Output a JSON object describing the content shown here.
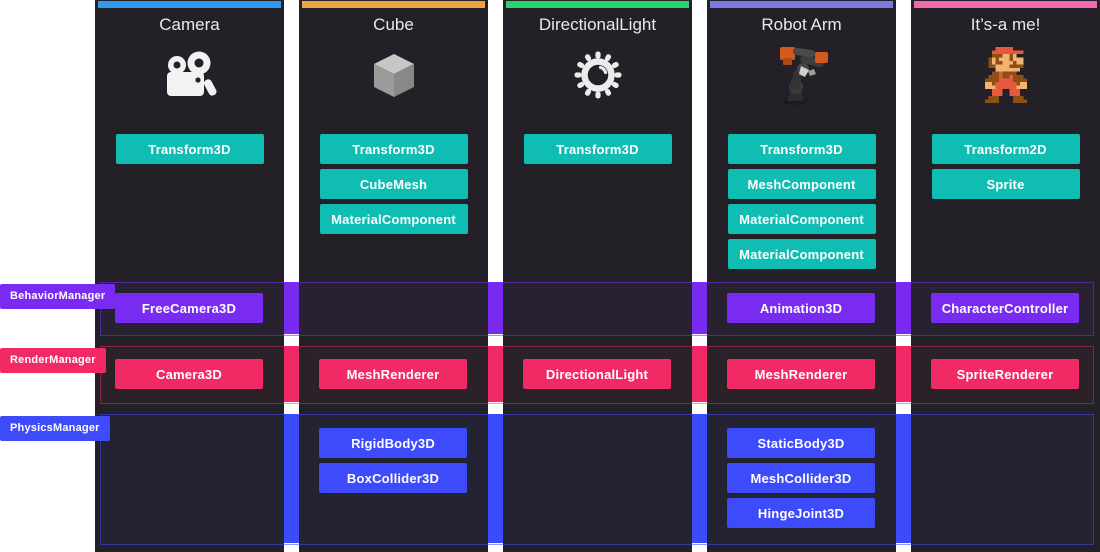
{
  "managers": [
    {
      "name": "BehaviorManager",
      "color": "#7A2BF2"
    },
    {
      "name": "RenderManager",
      "color": "#F12A66"
    },
    {
      "name": "PhysicsManager",
      "color": "#3D4BFA"
    }
  ],
  "colors": {
    "component_chip": "#10BDB2",
    "column_background": "#232127",
    "page_background": "#FFFFFF"
  },
  "entities": [
    {
      "name": "Camera",
      "icon": "camera-icon",
      "accent": "#2E9BF0",
      "components": [
        "Transform3D"
      ],
      "behavior": [
        "FreeCamera3D"
      ],
      "render": [
        "Camera3D"
      ],
      "physics": []
    },
    {
      "name": "Cube",
      "icon": "cube-icon",
      "accent": "#EDA43F",
      "components": [
        "Transform3D",
        "CubeMesh",
        "MaterialComponent"
      ],
      "behavior": [],
      "render": [
        "MeshRenderer"
      ],
      "physics": [
        "RigidBody3D",
        "BoxCollider3D"
      ]
    },
    {
      "name": "DirectionalLight",
      "icon": "sun-icon",
      "accent": "#2BD36E",
      "components": [
        "Transform3D"
      ],
      "behavior": [],
      "render": [
        "DirectionalLight"
      ],
      "physics": []
    },
    {
      "name": "Robot Arm",
      "icon": "robot-arm-icon",
      "accent": "#7B79E4",
      "components": [
        "Transform3D",
        "MeshComponent",
        "MaterialComponent",
        "MaterialComponent"
      ],
      "behavior": [
        "Animation3D"
      ],
      "render": [
        "MeshRenderer"
      ],
      "physics": [
        "StaticBody3D",
        "MeshCollider3D",
        "HingeJoint3D"
      ]
    },
    {
      "name": "It’s-a me!",
      "icon": "mario-sprite-icon",
      "accent": "#F268AC",
      "components": [
        "Transform2D",
        "Sprite"
      ],
      "behavior": [
        "CharacterController"
      ],
      "render": [
        "SpriteRenderer"
      ],
      "physics": []
    }
  ]
}
